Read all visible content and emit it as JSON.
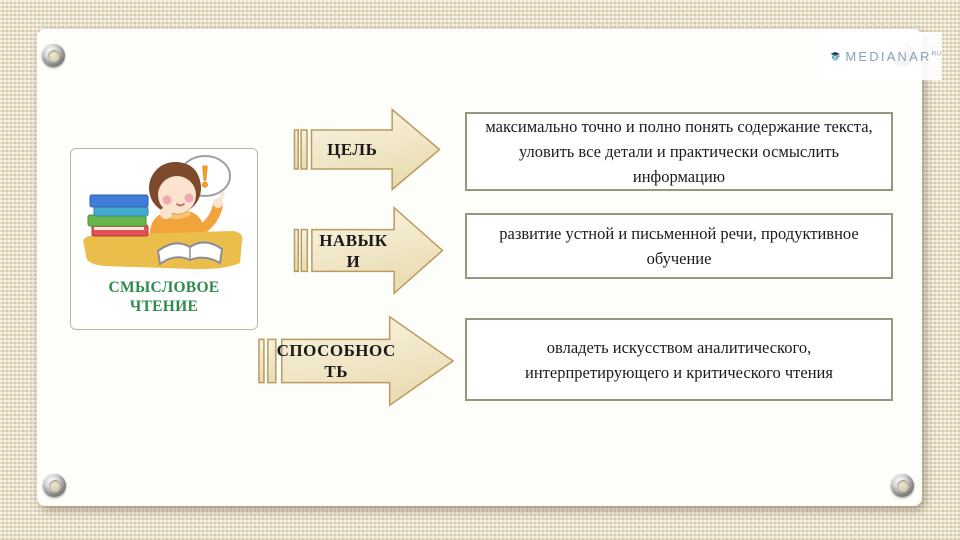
{
  "logo": {
    "brand": "MEDIANAR",
    "sup": "RU",
    "icon": "globe-graduation-cap-icon",
    "text_color": "#85a3ba",
    "globe_color": "#2c89a6",
    "cap_color": "#1c2a38"
  },
  "figure": {
    "title_lines": [
      "СМЫСЛОВОЕ",
      "ЧТЕНИЕ"
    ],
    "title_color": "#2e8b4b",
    "bubble_mark": "!",
    "illustration": "child-reading-book-with-exclamation-bubble"
  },
  "arrows": [
    {
      "label_lines": [
        "ЦЕЛЬ"
      ]
    },
    {
      "label_lines": [
        "НАВЫК",
        "И"
      ]
    },
    {
      "label_lines": [
        "СПОСОБНОС",
        "ТЬ"
      ]
    }
  ],
  "boxes": [
    {
      "text": "максимально точно и полно понять содержание текста, уловить все детали и практически осмыслить информацию"
    },
    {
      "text": "развитие устной и письменной речи, продуктивное обучение"
    },
    {
      "text": "овладеть искусством аналитического, интерпретирующего и критического чтения"
    }
  ],
  "colors": {
    "background": "#eae0c8",
    "card": "#fdfdfa",
    "arrow_fill_light": "#faf4e2",
    "arrow_fill_dark": "#eaddb4",
    "arrow_stroke": "#b99b5e",
    "box_border": "#97967e",
    "figure_border": "#aebfa0"
  }
}
